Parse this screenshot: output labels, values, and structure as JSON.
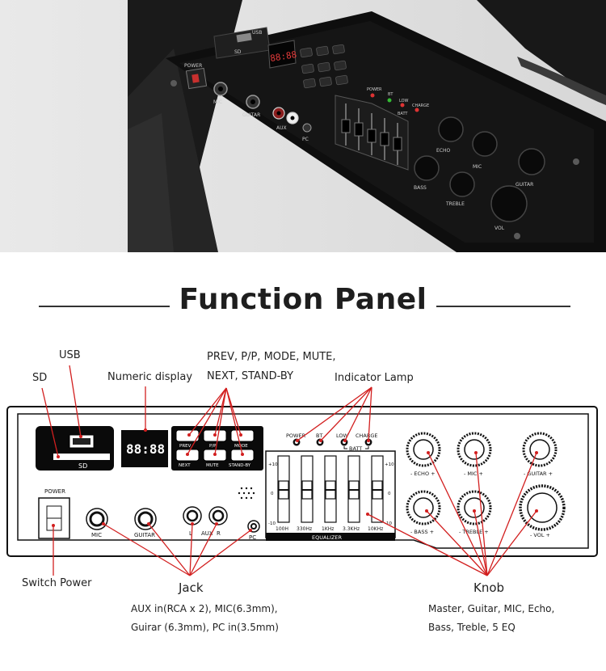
{
  "photo": {
    "usb": "USB",
    "sd": "SD",
    "power": "POWER",
    "mic": "MIC",
    "guitar": "GUITAR",
    "aux": "AUX",
    "pc": "PC",
    "display": "88:88",
    "power_led": "POWER",
    "bt_led": "BT",
    "low_led": "LOW",
    "charge_led": "CHARGE",
    "batt": "BATT",
    "echo": "ECHO",
    "mic_knob": "MIC",
    "guitar_knob": "GUITAR",
    "bass": "BASS",
    "treble": "TREBLE",
    "vol": "VOL"
  },
  "heading": "Function Panel",
  "callouts": {
    "usb": "USB",
    "sd": "SD",
    "numeric_display": "Numeric display",
    "buttons_line1": "PREV, P/P, MODE, MUTE,",
    "buttons_line2": "NEXT, STAND-BY",
    "indicator_lamp": "Indicator Lamp",
    "switch_power": "Switch Power",
    "jack": "Jack",
    "jack_desc_line1": "AUX in(RCA x 2), MIC(6.3mm),",
    "jack_desc_line2": "Guirar (6.3mm), PC in(3.5mm)",
    "knob": "Knob",
    "knob_desc_line1": "Master, Guitar, MIC, Echo,",
    "knob_desc_line2": "Bass, Treble, 5 EQ"
  },
  "panel": {
    "sd_label": "SD",
    "display": "88:88",
    "buttons": [
      "PREV",
      "P/P",
      "MODE",
      "NEXT",
      "MUTE",
      "STAND-BY"
    ],
    "power_label": "POWER",
    "mic_label": "MIC",
    "guitar_label": "GUITAR",
    "aux_l": "L",
    "aux_label": "AUX",
    "aux_r": "R",
    "pc_label": "PC",
    "leds": [
      "POWER",
      "BT",
      "LOW",
      "CHARGE"
    ],
    "batt": "BATT",
    "eq_scale_top": "+10",
    "eq_scale_mid": "0",
    "eq_scale_bottom": "-10",
    "eq_bands": [
      "100H",
      "330Hz",
      "1KHz",
      "3.3KHz",
      "10KHz"
    ],
    "eq_title": "EQUALIZER",
    "knobs": {
      "echo": "- ECHO +",
      "mic": "- MIC +",
      "guitar": "- GUITAR +",
      "bass": "- BASS +",
      "treble": "- TREBLE +",
      "vol": "- VOL +"
    }
  }
}
